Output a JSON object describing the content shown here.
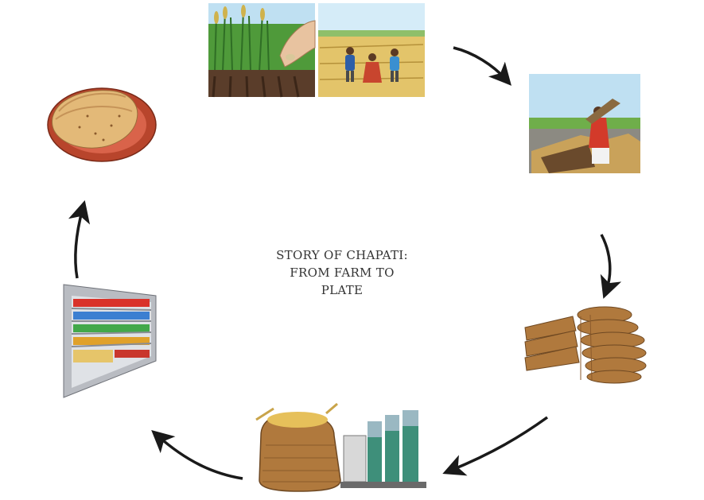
{
  "diagram": {
    "title_lines": [
      "STORY OF CHAPATI:",
      "FROM FARM TO",
      "PLATE"
    ],
    "stages": [
      {
        "name": "sowing-seeds",
        "icon": "sowing-illustration"
      },
      {
        "name": "harvesting",
        "icon": "harvest-illustration"
      },
      {
        "name": "threshing",
        "icon": "threshing-illustration"
      },
      {
        "name": "storage-sacks",
        "icon": "sacks-illustration"
      },
      {
        "name": "flour-milling",
        "icon": "mill-illustration"
      },
      {
        "name": "supermarket-shelf",
        "icon": "shelf-illustration"
      },
      {
        "name": "chapati-plate",
        "icon": "chapati-illustration"
      }
    ],
    "colors": {
      "arrow": "#1a1a1a",
      "sky": "#bfe0f2",
      "grass": "#4f9a3a",
      "soil": "#5a3d2a",
      "wheat": "#d9b25a",
      "sack": "#b0793d",
      "machine": "#3e8f7a",
      "plate": "#b8452c",
      "chapati": "#e3b978"
    }
  }
}
